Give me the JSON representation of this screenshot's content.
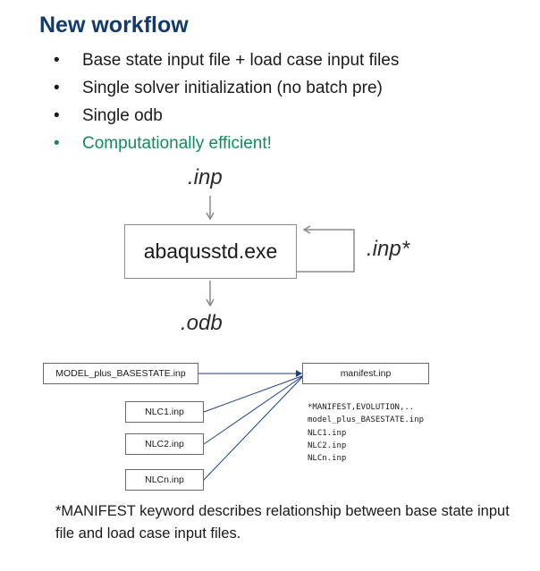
{
  "title": "New workflow",
  "bullets": [
    {
      "text": "Base state input file + load case input files",
      "accent": false
    },
    {
      "text": "Single solver initialization (no batch pre)",
      "accent": false
    },
    {
      "text": "Single odb",
      "accent": false
    },
    {
      "text": "Computationally efficient!",
      "accent": true
    }
  ],
  "flow": {
    "input_label": ".inp",
    "solver_label": "abaqusstd.exe",
    "loop_label": ".inp*",
    "output_label": ".odb"
  },
  "files": {
    "base_state": "MODEL_plus_BASESTATE.inp",
    "manifest": "manifest.inp",
    "load_cases": [
      "NLC1.inp",
      "NLC2.inp",
      "NLCn.inp"
    ]
  },
  "manifest_lines": [
    "*MANIFEST,EVOLUTION,..",
    "model_plus_BASESTATE.inp",
    "NLC1.inp",
    "NLC2.inp",
    "NLCn.inp"
  ],
  "footnote": "*MANIFEST keyword describes relationship between base state input file and load case input files.",
  "colors": {
    "title": "#123a6e",
    "accent": "#138a5a",
    "box_border": "#8a8a8a"
  }
}
